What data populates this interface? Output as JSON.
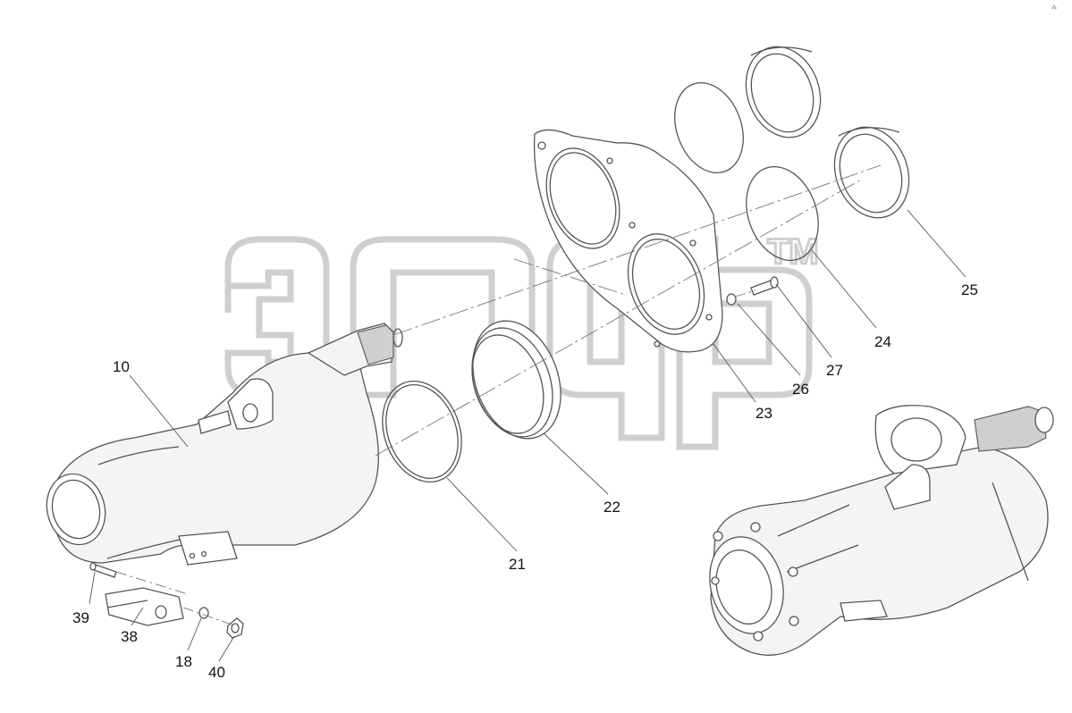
{
  "watermark": {
    "trademark": "TM"
  },
  "corner_mark": "⁂",
  "callouts": [
    {
      "id": "10",
      "text": "10"
    },
    {
      "id": "18",
      "text": "18"
    },
    {
      "id": "21",
      "text": "21"
    },
    {
      "id": "22",
      "text": "22"
    },
    {
      "id": "23",
      "text": "23"
    },
    {
      "id": "24",
      "text": "24"
    },
    {
      "id": "25",
      "text": "25"
    },
    {
      "id": "26",
      "text": "26"
    },
    {
      "id": "27",
      "text": "27"
    },
    {
      "id": "38",
      "text": "38"
    },
    {
      "id": "39",
      "text": "39"
    },
    {
      "id": "40",
      "text": "40"
    }
  ],
  "colors": {
    "line": "#555555",
    "watermark": "#cfcfcf",
    "background": "#ffffff"
  }
}
